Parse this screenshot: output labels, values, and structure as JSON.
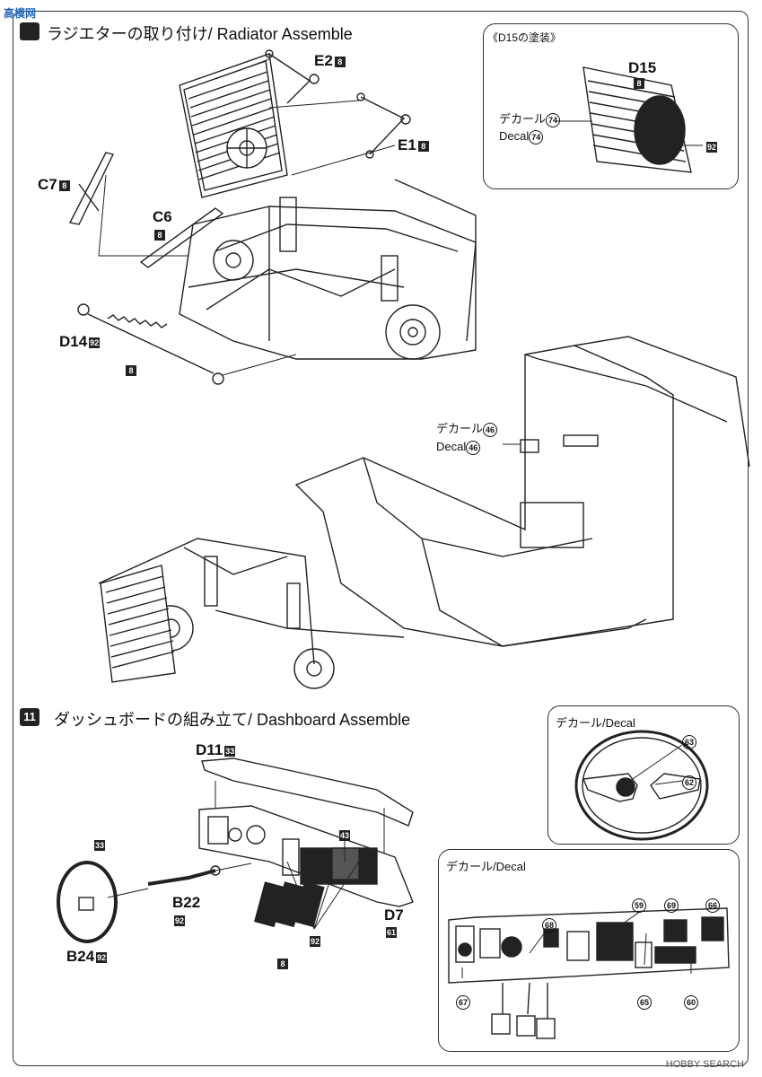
{
  "watermark_top": "高模网",
  "step10": {
    "title": "ラジエターの取り付け/ Radiator Assemble",
    "parts": {
      "e2": {
        "name": "E2",
        "code": "8"
      },
      "e1": {
        "name": "E1",
        "code": "8"
      },
      "c7": {
        "name": "C7",
        "code": "8"
      },
      "c6": {
        "name": "C6",
        "code": "8"
      },
      "d14": {
        "name": "D14",
        "code": "92"
      },
      "d14_sub": "8"
    },
    "decal46": {
      "ja": "デカール",
      "en": "Decal",
      "num": "46"
    }
  },
  "inset_d15": {
    "title": "《D15の塗装》",
    "part": "D15",
    "part_code": "8",
    "decal_ja": "デカール",
    "decal_en": "Decal",
    "decal_num": "74",
    "paint_code": "92"
  },
  "step11": {
    "number": "11",
    "title": "ダッシュボードの組み立て/ Dashboard Assemble",
    "parts": {
      "d11": {
        "name": "D11",
        "code": "33"
      },
      "b22": {
        "name": "B22",
        "code": "92"
      },
      "b24": {
        "name": "B24",
        "code": "92"
      },
      "d7": {
        "name": "D7",
        "code": "61"
      },
      "wheel_code": "33",
      "pedal_code": "8",
      "panel_code": "92",
      "code43": "43"
    }
  },
  "inset_wheel": {
    "title": "デカール/Decal",
    "n63": "63",
    "n62": "62"
  },
  "inset_dash": {
    "title": "デカール/Decal",
    "n68": "68",
    "n59": "59",
    "n69": "69",
    "n66": "66",
    "n67": "67",
    "n65": "65",
    "n60": "60"
  },
  "footer": "HOBBY SEARCH"
}
